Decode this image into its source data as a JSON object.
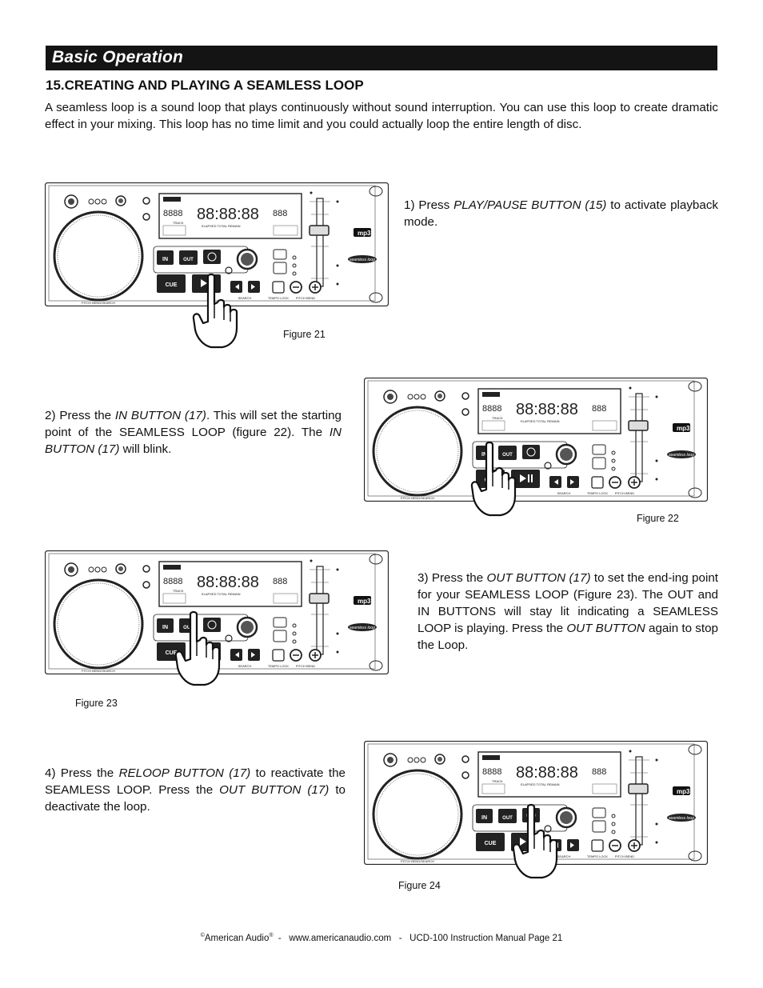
{
  "header": {
    "title": "Basic Operation"
  },
  "section": {
    "heading": "15.CREATING AND PLAYING A SEAMLESS LOOP"
  },
  "intro": "A seamless loop is a sound loop that plays continuously without sound interruption. You can use this loop to create dramatic effect in your mixing. This loop has no time limit and you could actually loop the entire length of disc.",
  "steps": [
    {
      "a": "1) Press ",
      "b": "PLAY/PAUSE BUTTON (15)",
      "c": " to activate playback mode."
    },
    {
      "a": "2) Press the ",
      "b": "IN BUTTON (17)",
      "c": ". This will set the starting point of the SEAMLESS LOOP (figure 22). The ",
      "d": "IN BUTTON (17)",
      "e": " will blink."
    },
    {
      "a": "3) Press the ",
      "b": "OUT BUTTON (17)",
      "c": " to set the end-ing point for your SEAMLESS LOOP (Figure 23). The OUT and IN BUTTONS will stay lit indicating a SEAMLESS LOOP is playing. Press the ",
      "d": "OUT BUTTON",
      "e": " again to stop the Loop."
    },
    {
      "a": "4) Press the ",
      "b": "RELOOP BUTTON (17)",
      "c": " to reactivate the SEAMLESS LOOP. Press the ",
      "d": "OUT BUTTON (17)",
      "e": " to deactivate the loop."
    }
  ],
  "figures": [
    "Figure 21",
    "Figure 22",
    "Figure 23",
    "Figure 24"
  ],
  "device": {
    "in": "IN",
    "out": "OUT",
    "cue": "CUE",
    "display": "88:88:88",
    "mp3": "mp3",
    "seamless": "seamless loop",
    "pitch": "PITCH BEND/SEARCH",
    "search": "SEARCH",
    "tempo": "TEMPO LOCK",
    "pitchbend": "PITCH BEND",
    "labels": "ELAPSED TOTAL REMAIN",
    "track": "TRACK"
  },
  "footer": {
    "copy": "©",
    "brand": "American Audio",
    "reg": "®",
    "rest": "  -   www.americanaudio.com   -   UCD-100 Instruction Manual Page 21"
  }
}
